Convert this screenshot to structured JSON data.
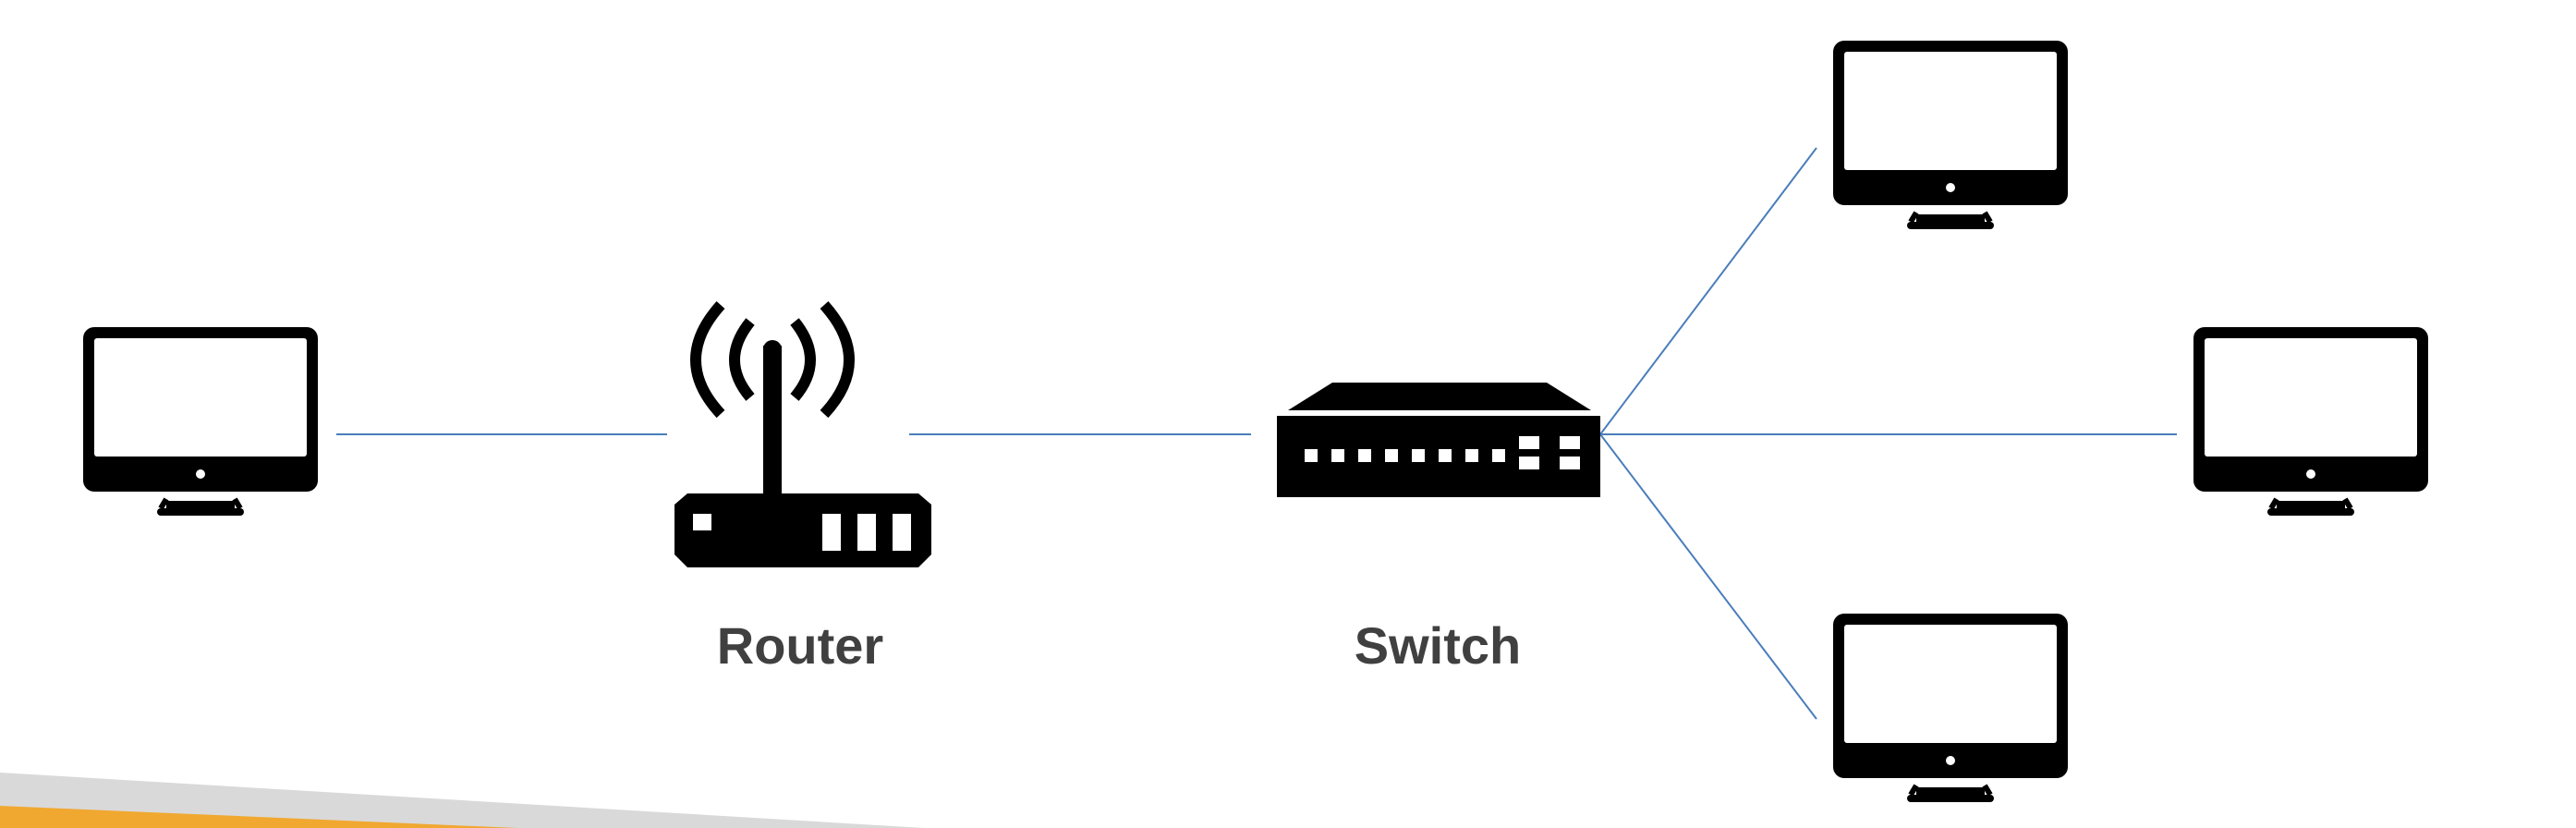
{
  "diagram": {
    "labels": {
      "router": "Router",
      "switch": "Switch"
    },
    "colors": {
      "link": "#4a7ebb",
      "device": "#000000",
      "label": "#404040",
      "footer_gray": "#d9d9d9",
      "footer_orange": "#f0a830"
    },
    "devices": [
      {
        "id": "computer-left",
        "icon": "desktop-monitor-icon"
      },
      {
        "id": "router",
        "icon": "wireless-router-icon"
      },
      {
        "id": "switch",
        "icon": "network-switch-icon"
      },
      {
        "id": "computer-top-right",
        "icon": "desktop-monitor-icon"
      },
      {
        "id": "computer-middle-right",
        "icon": "desktop-monitor-icon"
      },
      {
        "id": "computer-bottom-right",
        "icon": "desktop-monitor-icon"
      }
    ],
    "links": [
      {
        "from": "computer-left",
        "to": "router"
      },
      {
        "from": "router",
        "to": "switch"
      },
      {
        "from": "switch",
        "to": "computer-top-right"
      },
      {
        "from": "switch",
        "to": "computer-middle-right"
      },
      {
        "from": "switch",
        "to": "computer-bottom-right"
      }
    ]
  }
}
